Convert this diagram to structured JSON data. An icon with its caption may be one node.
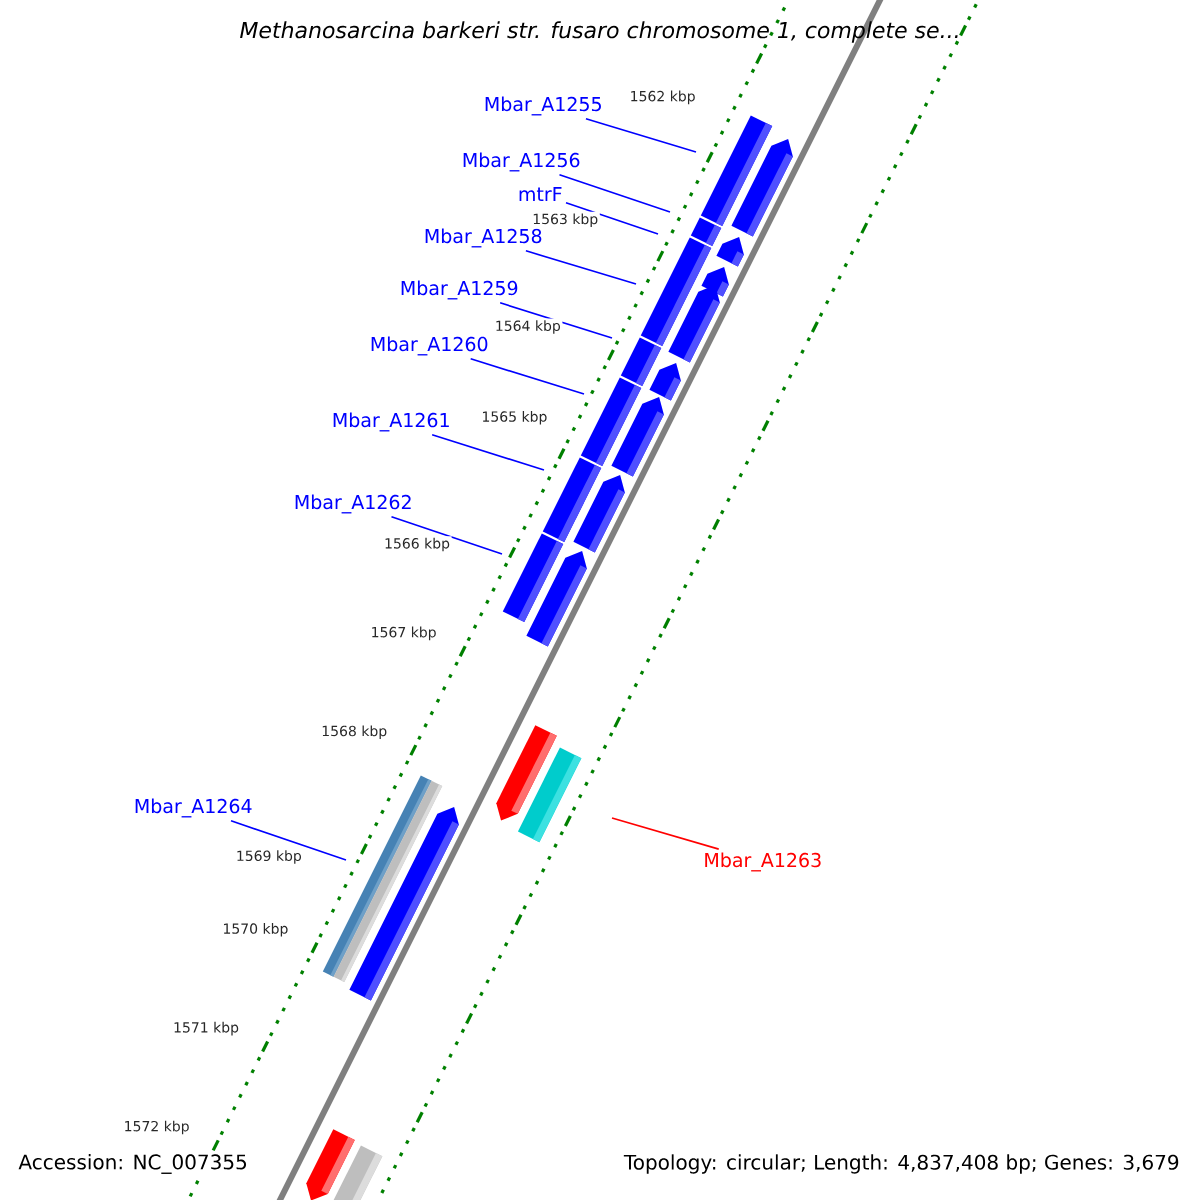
{
  "diagram": {
    "title": "*Methanosarcina barkeri* str. fusaro chromosome 1, complete se...",
    "nodes": [
      {
        "text": [
          "Mbar_A1255"
        ]
      },
      {
        "text": [
          "Mbar_A1256"
        ]
      },
      {
        "text": [
          "mtrF"
        ]
      },
      {
        "text": [
          "Mbar_A1258"
        ]
      },
      {
        "text": [
          "Mbar_A1259"
        ]
      },
      {
        "text": [
          "Mbar_A1260"
        ]
      },
      {
        "text": [
          "Mbar_A1261"
        ]
      },
      {
        "text": [
          "Mbar_A1262"
        ]
      },
      {
        "text": [
          "Mbar_A1264"
        ]
      },
      {
        "text": [
          "Mbar_A1263"
        ]
      }
    ],
    "edges": [
      {
        "from": 0,
        "to": null,
        "arrow": "none"
      },
      {
        "from": 1,
        "to": null,
        "arrow": "none"
      },
      {
        "from": 2,
        "to": null,
        "arrow": "none"
      },
      {
        "from": 3,
        "to": null,
        "arrow": "none"
      },
      {
        "from": 4,
        "to": null,
        "arrow": "none"
      },
      {
        "from": 5,
        "to": null,
        "arrow": "none"
      },
      {
        "from": 6,
        "to": null,
        "arrow": "none"
      },
      {
        "from": 7,
        "to": null,
        "arrow": "none"
      },
      {
        "from": 8,
        "to": null,
        "arrow": "none"
      },
      {
        "from": 9,
        "to": null,
        "arrow": "none",
        "color": "#ff0000"
      }
    ],
    "labels": [
      "1562 kbp",
      "1563 kbp",
      "1564 kbp",
      "1565 kbp",
      "1566 kbp",
      "1567 kbp",
      "1568 kbp",
      "1569 kbp",
      "1570 kbp",
      "1571 kbp",
      "1572 kbp",
      "Accession: NC_007355",
      "Topology: circular; Length: 4,837,408 bp; Genes: 3,679"
    ]
  }
}
